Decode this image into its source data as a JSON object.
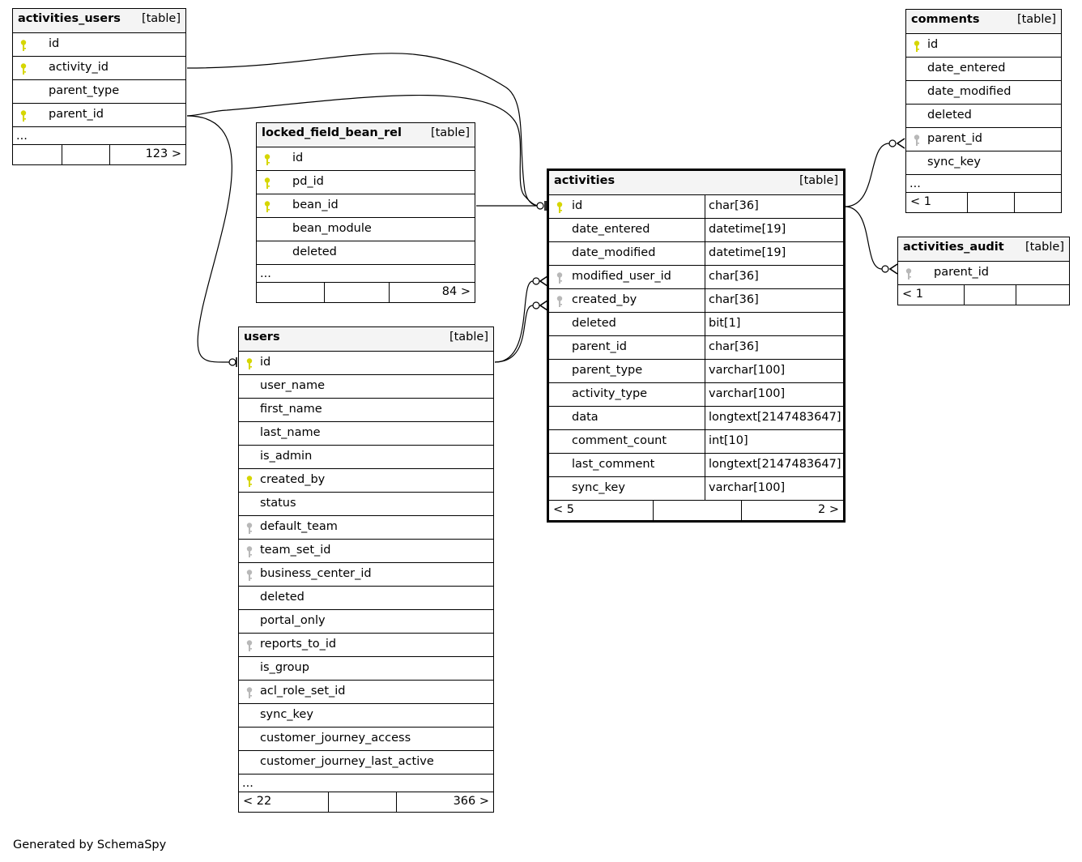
{
  "colors": {
    "primary_key": "#d6d600",
    "foreign_key": "#b8b8b8",
    "header_bg": "#f4f4f4"
  },
  "generated_by": "Generated by SchemaSpy",
  "tables": {
    "activities_users": {
      "name": "activities_users",
      "kind": "[table]",
      "columns": [
        {
          "name": "id",
          "key": "primary-key-icon"
        },
        {
          "name": "activity_id",
          "key": "primary-key-icon"
        },
        {
          "name": "parent_type",
          "key": ""
        },
        {
          "name": "parent_id",
          "key": "primary-key-icon"
        }
      ],
      "more": "...",
      "footer_left": "",
      "footer_right": "123 >"
    },
    "locked_field_bean_rel": {
      "name": "locked_field_bean_rel",
      "kind": "[table]",
      "columns": [
        {
          "name": "id",
          "key": "primary-key-icon"
        },
        {
          "name": "pd_id",
          "key": "primary-key-icon"
        },
        {
          "name": "bean_id",
          "key": "primary-key-icon"
        },
        {
          "name": "bean_module",
          "key": ""
        },
        {
          "name": "deleted",
          "key": ""
        }
      ],
      "more": "...",
      "footer_left": "",
      "footer_right": "84 >"
    },
    "users": {
      "name": "users",
      "kind": "[table]",
      "columns": [
        {
          "name": "id",
          "key": "primary-key-icon"
        },
        {
          "name": "user_name",
          "key": ""
        },
        {
          "name": "first_name",
          "key": ""
        },
        {
          "name": "last_name",
          "key": ""
        },
        {
          "name": "is_admin",
          "key": ""
        },
        {
          "name": "created_by",
          "key": "primary-key-icon"
        },
        {
          "name": "status",
          "key": ""
        },
        {
          "name": "default_team",
          "key": "foreign-key-icon"
        },
        {
          "name": "team_set_id",
          "key": "foreign-key-icon"
        },
        {
          "name": "business_center_id",
          "key": "foreign-key-icon"
        },
        {
          "name": "deleted",
          "key": ""
        },
        {
          "name": "portal_only",
          "key": ""
        },
        {
          "name": "reports_to_id",
          "key": "foreign-key-icon"
        },
        {
          "name": "is_group",
          "key": ""
        },
        {
          "name": "acl_role_set_id",
          "key": "foreign-key-icon"
        },
        {
          "name": "sync_key",
          "key": ""
        },
        {
          "name": "customer_journey_access",
          "key": ""
        },
        {
          "name": "customer_journey_last_active",
          "key": ""
        }
      ],
      "more": "...",
      "footer_left": "< 22",
      "footer_right": "366 >"
    },
    "activities": {
      "name": "activities",
      "kind": "[table]",
      "columns": [
        {
          "name": "id",
          "type": "char[36]",
          "key": "primary-key-icon"
        },
        {
          "name": "date_entered",
          "type": "datetime[19]",
          "key": ""
        },
        {
          "name": "date_modified",
          "type": "datetime[19]",
          "key": ""
        },
        {
          "name": "modified_user_id",
          "type": "char[36]",
          "key": "foreign-key-icon"
        },
        {
          "name": "created_by",
          "type": "char[36]",
          "key": "foreign-key-icon"
        },
        {
          "name": "deleted",
          "type": "bit[1]",
          "key": ""
        },
        {
          "name": "parent_id",
          "type": "char[36]",
          "key": ""
        },
        {
          "name": "parent_type",
          "type": "varchar[100]",
          "key": ""
        },
        {
          "name": "activity_type",
          "type": "varchar[100]",
          "key": ""
        },
        {
          "name": "data",
          "type": "longtext[2147483647]",
          "key": ""
        },
        {
          "name": "comment_count",
          "type": "int[10]",
          "key": ""
        },
        {
          "name": "last_comment",
          "type": "longtext[2147483647]",
          "key": ""
        },
        {
          "name": "sync_key",
          "type": "varchar[100]",
          "key": ""
        }
      ],
      "footer_left": "< 5",
      "footer_right": "2 >"
    },
    "comments": {
      "name": "comments",
      "kind": "[table]",
      "columns": [
        {
          "name": "id",
          "key": "primary-key-icon"
        },
        {
          "name": "date_entered",
          "key": ""
        },
        {
          "name": "date_modified",
          "key": ""
        },
        {
          "name": "deleted",
          "key": ""
        },
        {
          "name": "parent_id",
          "key": "foreign-key-icon"
        },
        {
          "name": "sync_key",
          "key": ""
        }
      ],
      "more": "...",
      "footer_left": "< 1",
      "footer_right": ""
    },
    "activities_audit": {
      "name": "activities_audit",
      "kind": "[table]",
      "columns": [
        {
          "name": "parent_id",
          "key": "foreign-key-icon"
        }
      ],
      "footer_left": "< 1",
      "footer_right": ""
    }
  }
}
